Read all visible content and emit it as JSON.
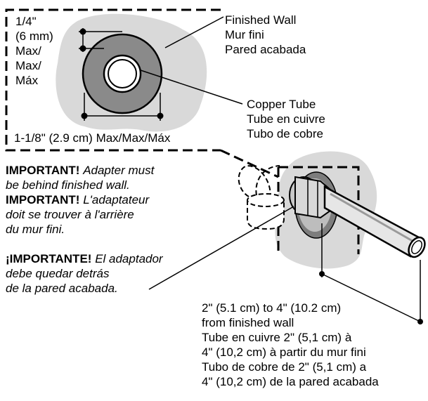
{
  "inset": {
    "thickness": [
      "1/4\"",
      "(6 mm)",
      "Max/",
      "Max/",
      "Máx"
    ],
    "diameter": "1-1/8\" (2.9 cm) Max/Max/Máx"
  },
  "finished_wall": [
    "Finished Wall",
    "Mur fini",
    "Pared acabada"
  ],
  "copper_tube": [
    "Copper Tube",
    "Tube en cuivre",
    "Tubo de cobre"
  ],
  "notes": {
    "en": {
      "bold": "IMPORTANT!",
      "italic_1": "Adapter must",
      "italic_2": "be behind finished wall."
    },
    "fr": {
      "bold": "IMPORTANT!",
      "italic_1": "L'adaptateur",
      "italic_2": "doit se trouver à l'arrière",
      "italic_3": "du mur fini."
    },
    "es": {
      "bold": "¡IMPORTANTE!",
      "italic_1": "El adaptador",
      "italic_2": "debe quedar detrás",
      "italic_3": "de la pared acabada."
    }
  },
  "distance": [
    "2\" (5.1 cm) to 4\" (10.2 cm)",
    "from finished wall",
    "Tube en cuivre 2\" (5,1 cm) à",
    "4\" (10,2 cm) à partir du mur fini",
    "Tubo de cobre de 2\" (5,1 cm) a",
    "4\" (10,2 cm) de la pared acabada"
  ]
}
